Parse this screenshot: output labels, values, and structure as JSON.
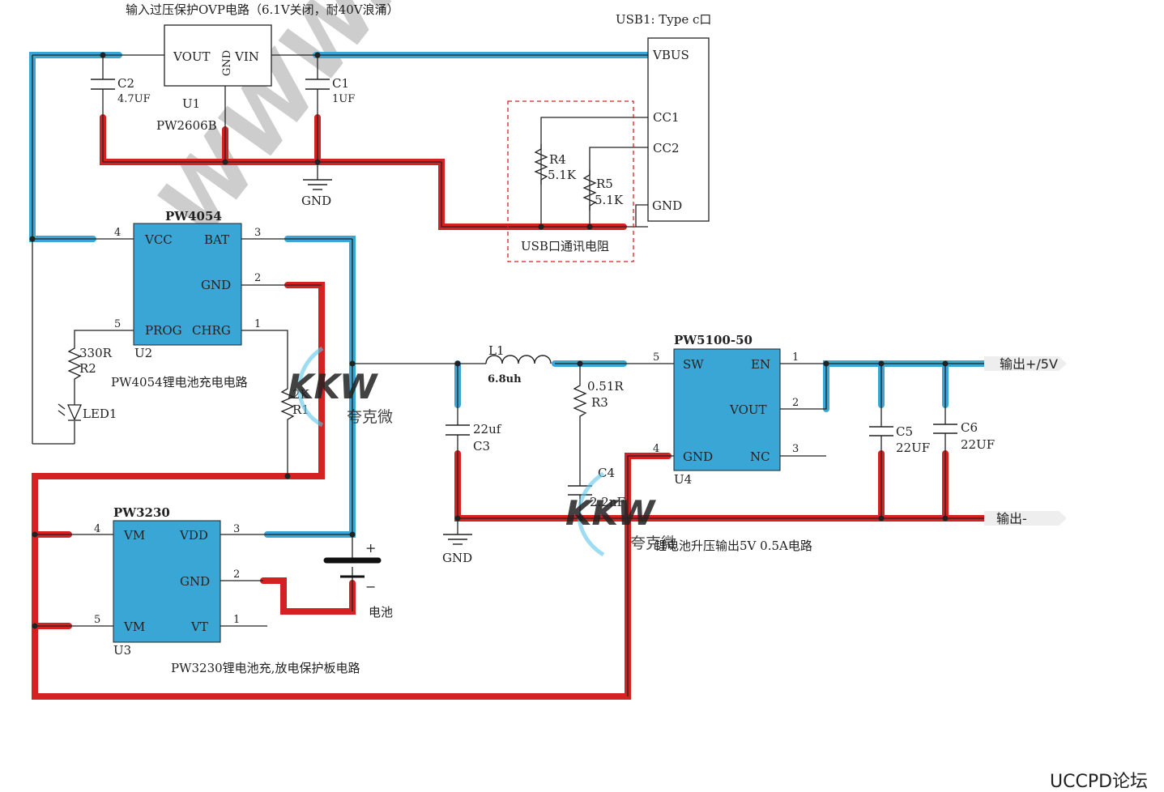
{
  "colors": {
    "power_net": "#3aa6d6",
    "ground_net": "#d42222",
    "chip_fill": "#3aa6d6",
    "wire": "#222222",
    "usb_box_dash": "#d42222",
    "watermark_blue": "#2f8fd6",
    "forum_yellow": "#e6c21e"
  },
  "title": "输入过压保护OVP电路（6.1V关闭，耐40V浪涌）",
  "usb": {
    "title": "USB1: Type c口",
    "pins": {
      "vbus": "VBUS",
      "cc1": "CC1",
      "cc2": "CC2",
      "gnd": "GND"
    },
    "box_label": "USB口通讯电阻"
  },
  "u1": {
    "vout": "VOUT",
    "gnd": "GND",
    "vin": "VIN",
    "ref": "U1",
    "part": "PW2606B"
  },
  "caps": {
    "c2": {
      "ref": "C2",
      "value": "4.7UF"
    },
    "c1": {
      "ref": "C1",
      "value": "1UF"
    },
    "c3": {
      "ref": "C3",
      "value": "22uf"
    },
    "c4": {
      "ref": "C4",
      "value": "2.2nF"
    },
    "c5": {
      "ref": "C5",
      "value": "22UF"
    },
    "c6": {
      "ref": "C6",
      "value": "22UF"
    }
  },
  "resistors": {
    "r4": {
      "ref": "R4",
      "value": "5.1K"
    },
    "r5": {
      "ref": "R5",
      "value": "5.1K"
    },
    "r2": {
      "ref": "R2",
      "value": "330R"
    },
    "r1": {
      "ref": "R1",
      "value": "2K"
    },
    "r3": {
      "ref": "R3",
      "value": "0.51R"
    }
  },
  "gnd_labels": {
    "g1": "GND",
    "g2": "GND"
  },
  "u2": {
    "part": "PW4054",
    "ref": "U2",
    "pins": {
      "vcc": "VCC",
      "bat": "BAT",
      "gnd": "GND",
      "prog": "PROG",
      "chrg": "CHRG"
    },
    "pin_numbers": {
      "vcc": "4",
      "bat": "3",
      "gnd": "2",
      "prog": "5",
      "chrg": "1"
    },
    "caption": "PW4054锂电池充电电路"
  },
  "led": {
    "ref": "LED1"
  },
  "u3": {
    "part": "PW3230",
    "ref": "U3",
    "pins": {
      "vm1": "VM",
      "vdd": "VDD",
      "gnd": "GND",
      "vm2": "VM",
      "vt": "VT"
    },
    "pin_numbers": {
      "vm1": "4",
      "vdd": "3",
      "gnd": "2",
      "vm2": "5",
      "vt": "1"
    },
    "caption": "PW3230锂电池充,放电保护板电路"
  },
  "battery": {
    "plus": "+",
    "minus": "−",
    "label": "电池"
  },
  "inductor": {
    "ref": "L1",
    "value": "6.8uh"
  },
  "u4": {
    "part": "PW5100-50",
    "ref": "U4",
    "pins": {
      "sw": "SW",
      "en": "EN",
      "vout": "VOUT",
      "gnd": "GND",
      "nc": "NC"
    },
    "pin_numbers": {
      "sw": "5",
      "en": "1",
      "vout": "2",
      "gnd": "4",
      "nc": "3"
    },
    "caption": "锂电池升压输出5V 0.5A电路"
  },
  "outputs": {
    "plus": "输出+/5V",
    "minus": "输出-"
  },
  "watermarks": {
    "kkw": "KKW",
    "kkw_cn": "夸克微",
    "www": "WWW.F"
  },
  "forum": "UCCPD论坛"
}
